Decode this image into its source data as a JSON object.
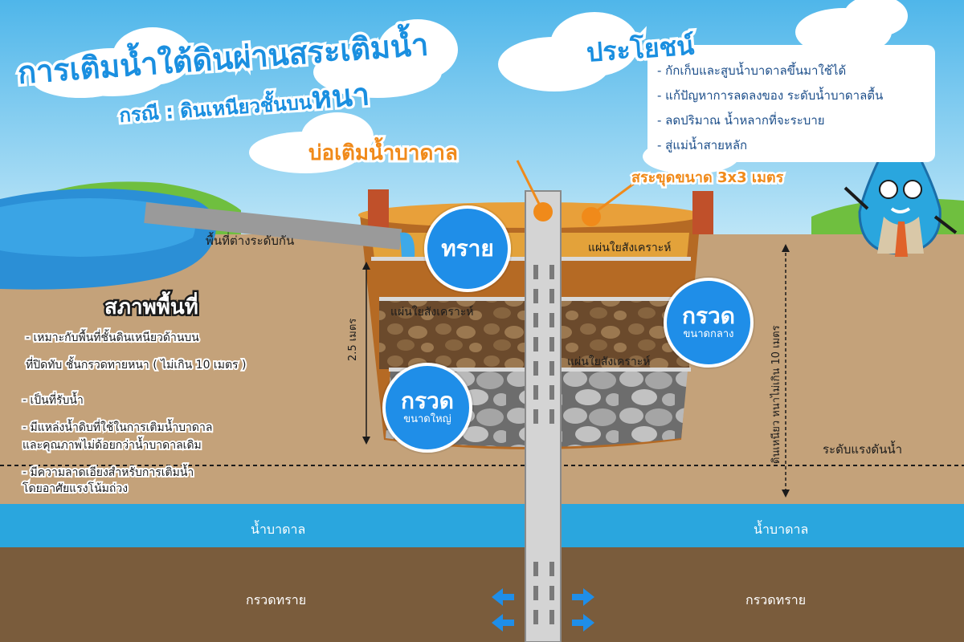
{
  "title": {
    "main": "การเติมน้ำใต้ดินผ่านสระเติมน้ำ",
    "sub_prefix": "กรณี : ดินเหนียวชั้นบน",
    "sub_emphasis": "หนา"
  },
  "benefits": {
    "heading": "ประโยชน์",
    "items": [
      "- กักเก็บและสูบน้ำบาดาลขึ้นมาใช้ได้",
      "- แก้ปัญหาการลดลงของ ระดับน้ำบาดาลตื้น",
      "- ลดปริมาณ น้ำหลากที่จะระบาย",
      "- สู่แม่น้ำสายหลัก"
    ]
  },
  "labels": {
    "well": "บ่อเติมน้ำบาดาล",
    "pond": "สระขุดขนาด 3x3 เมตร",
    "ground_diff": "พื้นที่ต่างระดับกัน",
    "fabric_top": "แผ่นใยสังเคราะห์",
    "fabric_mid": "แผ่นใยสังเคราะห์",
    "fabric_low": "แผ่นใยสังเคราะห์",
    "depth": "2.5 เมตร",
    "clay_thickness": "ดินเหนียว หนาไม่เกิน 10 เมตร",
    "pressure_level": "ระดับแรงดันน้ำ",
    "groundwater_left": "น้ำบาดาล",
    "groundwater_right": "น้ำบาดาล",
    "gravel_left": "กรวดทราย",
    "gravel_right": "กรวดทราย"
  },
  "bubbles": {
    "sand": {
      "main": "ทราย"
    },
    "gravel_medium": {
      "main": "กรวด",
      "sub": "ขนาดกลาง"
    },
    "gravel_large": {
      "main": "กรวด",
      "sub": "ขนาดใหญ่"
    }
  },
  "conditions": {
    "heading": "สภาพพื้นที่",
    "items": [
      "- เหมาะกับพื้นที่ชั้นดินเหนียวด้านบน",
      "ที่ปิดทับ ชั้นกรวดทายหนา ( ไม่เกิน 10 เมตร )",
      "- เป็นที่รับน้ำ",
      "- มีแหล่งน้ำดิบที่ใช้ในการเติมน้ำบาดาล",
      "และคุณภาพไม่ด้อยกว่าน้ำบาดาลเดิม",
      "- มีความลาดเอียงสำหรับการเติมน้ำ",
      "โดยอาศัยแรงโน้มถ่วง"
    ]
  },
  "colors": {
    "sky": "#6ec6ee",
    "soil": "#c4a27a",
    "aquifer": "#2aa6de",
    "gravel_layer": "#7a5c3c",
    "accent_orange": "#f08a1a",
    "title_blue": "#1a8fe0"
  }
}
